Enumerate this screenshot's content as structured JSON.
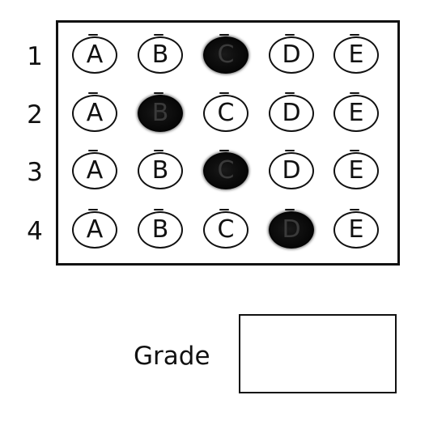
{
  "answer_sheet": {
    "rows": [
      {
        "number": "1",
        "options": [
          "A",
          "B",
          "C",
          "D",
          "E"
        ],
        "marked": "C"
      },
      {
        "number": "2",
        "options": [
          "A",
          "B",
          "C",
          "D",
          "E"
        ],
        "marked": "B"
      },
      {
        "number": "3",
        "options": [
          "A",
          "B",
          "C",
          "D",
          "E"
        ],
        "marked": "C"
      },
      {
        "number": "4",
        "options": [
          "A",
          "B",
          "C",
          "D",
          "E"
        ],
        "marked": "D"
      }
    ]
  },
  "grade": {
    "label": "Grade",
    "value": ""
  },
  "colors": {
    "ink": "#111111",
    "fill": "#0a0a0a",
    "background": "#ffffff"
  }
}
